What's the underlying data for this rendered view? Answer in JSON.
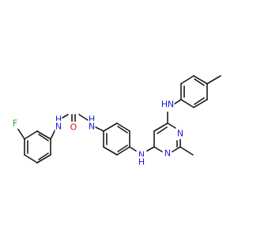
{
  "molecule": {
    "colors": {
      "bond": "#1a1a1a",
      "N": "#1c1cd9",
      "O": "#e01010",
      "F": "#2aa52a",
      "C": "#1a1a1a"
    },
    "labels": {
      "fluorine": "F",
      "oxygen": "O",
      "nh": "H",
      "n": "N"
    }
  }
}
